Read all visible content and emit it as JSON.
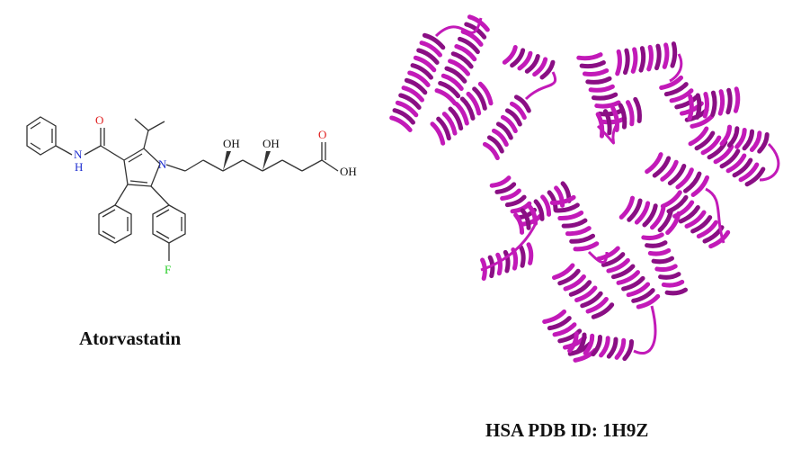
{
  "molecule": {
    "name": "Atorvastatin",
    "atoms": {
      "oxygen_carbonyl": "O",
      "nitrogen_amide": "N",
      "hydrogen_amide": "H",
      "nitrogen_ring": "N",
      "hydroxyl_1": "OH",
      "hydroxyl_2": "OH",
      "acid_oxygen": "O",
      "acid_hydroxyl": "OH",
      "fluorine": "F"
    }
  },
  "protein": {
    "caption": "HSA PDB ID: 1H9Z"
  },
  "colors": {
    "protein": "#c21ab8",
    "protein_dark": "#8a0f84",
    "oxygen": "#e02020",
    "nitrogen": "#2030d0",
    "fluorine": "#22cc22",
    "bond": "#333333"
  }
}
